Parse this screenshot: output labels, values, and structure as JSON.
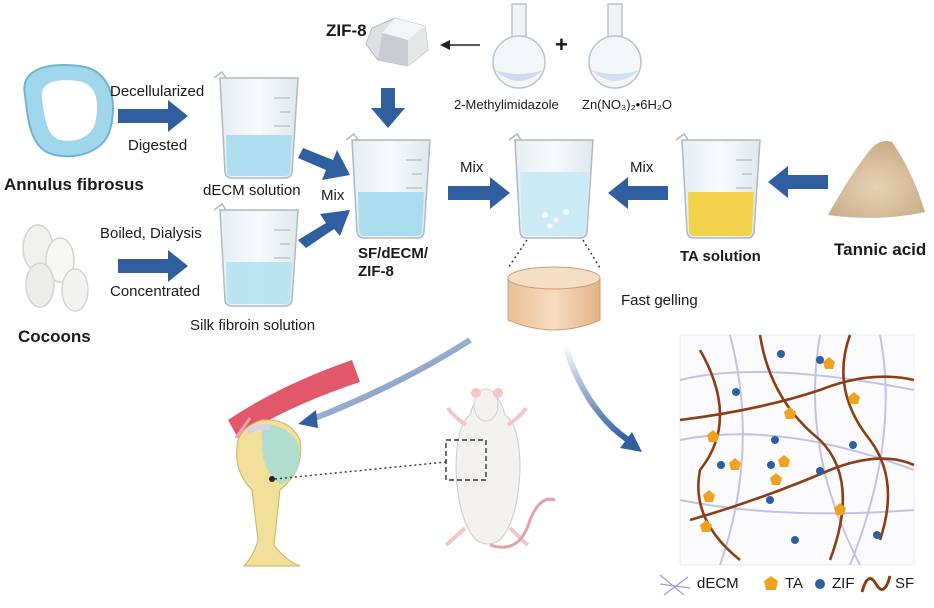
{
  "labels": {
    "zif8": "ZIF-8",
    "methylimidazole": "2-Methylimidazole",
    "zinc_nitrate": "Zn(NO₃)₂•6H₂O",
    "plus": "+",
    "decellularized": "Decellularized",
    "digested": "Digested",
    "annulus_fibrosus": "Annulus fibrosus",
    "decm_solution": "dECM solution",
    "boiled_dialysis": "Boiled, Dialysis",
    "concentrated": "Concentrated",
    "cocoons": "Cocoons",
    "silk_fibroin_solution": "Silk fibroin solution",
    "mix_left": "Mix",
    "sf_decm_zif8_line1": "SF/dECM/",
    "sf_decm_zif8_line2": "ZIF-8",
    "mix_center": "Mix",
    "mix_right": "Mix",
    "ta_solution": "TA solution",
    "tannic_acid": "Tannic acid",
    "fast_gelling": "Fast gelling"
  },
  "legend": [
    {
      "label": "dECM"
    },
    {
      "label": "TA"
    },
    {
      "label": "ZIF"
    },
    {
      "label": "SF"
    }
  ],
  "colors": {
    "arrow": "#2f5f9e",
    "water": "#a9dcef",
    "ta": "#f2d24a",
    "gel": "#efcfae",
    "fiber": "#8b3e16",
    "ta_marker": "#f0a21e",
    "zif_marker": "#2c5fa0",
    "decm": "#9c9bd6"
  }
}
